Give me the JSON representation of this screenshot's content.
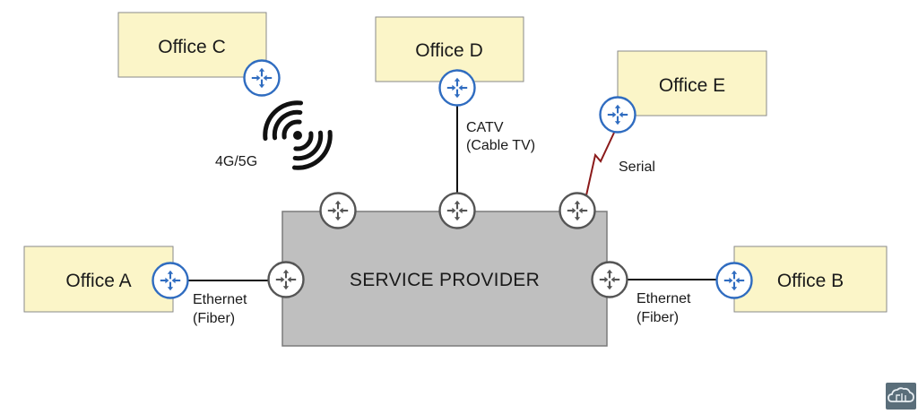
{
  "colors": {
    "office_fill": "#fbf5c8",
    "office_stroke": "#8a8a8a",
    "provider_fill": "#bfbfbf",
    "provider_stroke": "#7a7a7a",
    "customer_router": "#2f6cc0",
    "provider_router": "#555555",
    "wired_link": "#111111",
    "serial_link": "#8b1a1a",
    "wireless_icon": "#111111"
  },
  "offices": [
    {
      "id": "A",
      "label": "Office A"
    },
    {
      "id": "B",
      "label": "Office B"
    },
    {
      "id": "C",
      "label": "Office C"
    },
    {
      "id": "D",
      "label": "Office D"
    },
    {
      "id": "E",
      "label": "Office E"
    }
  ],
  "provider": {
    "label": "SERVICE PROVIDER"
  },
  "links": [
    {
      "from": "Office A",
      "type": "Ethernet (Fiber)",
      "line1": "Ethernet",
      "line2": "(Fiber)"
    },
    {
      "from": "Office B",
      "type": "Ethernet (Fiber)",
      "line1": "Ethernet",
      "line2": "(Fiber)"
    },
    {
      "from": "Office C",
      "type": "4G/5G",
      "line1": "4G/5G"
    },
    {
      "from": "Office D",
      "type": "CATV (Cable TV)",
      "line1": "CATV",
      "line2": "(Cable TV)"
    },
    {
      "from": "Office E",
      "type": "Serial",
      "line1": "Serial"
    }
  ],
  "icons": {
    "router": "router-icon",
    "wireless": "wireless-signal-icon",
    "logo": "cloud-logo-icon"
  }
}
